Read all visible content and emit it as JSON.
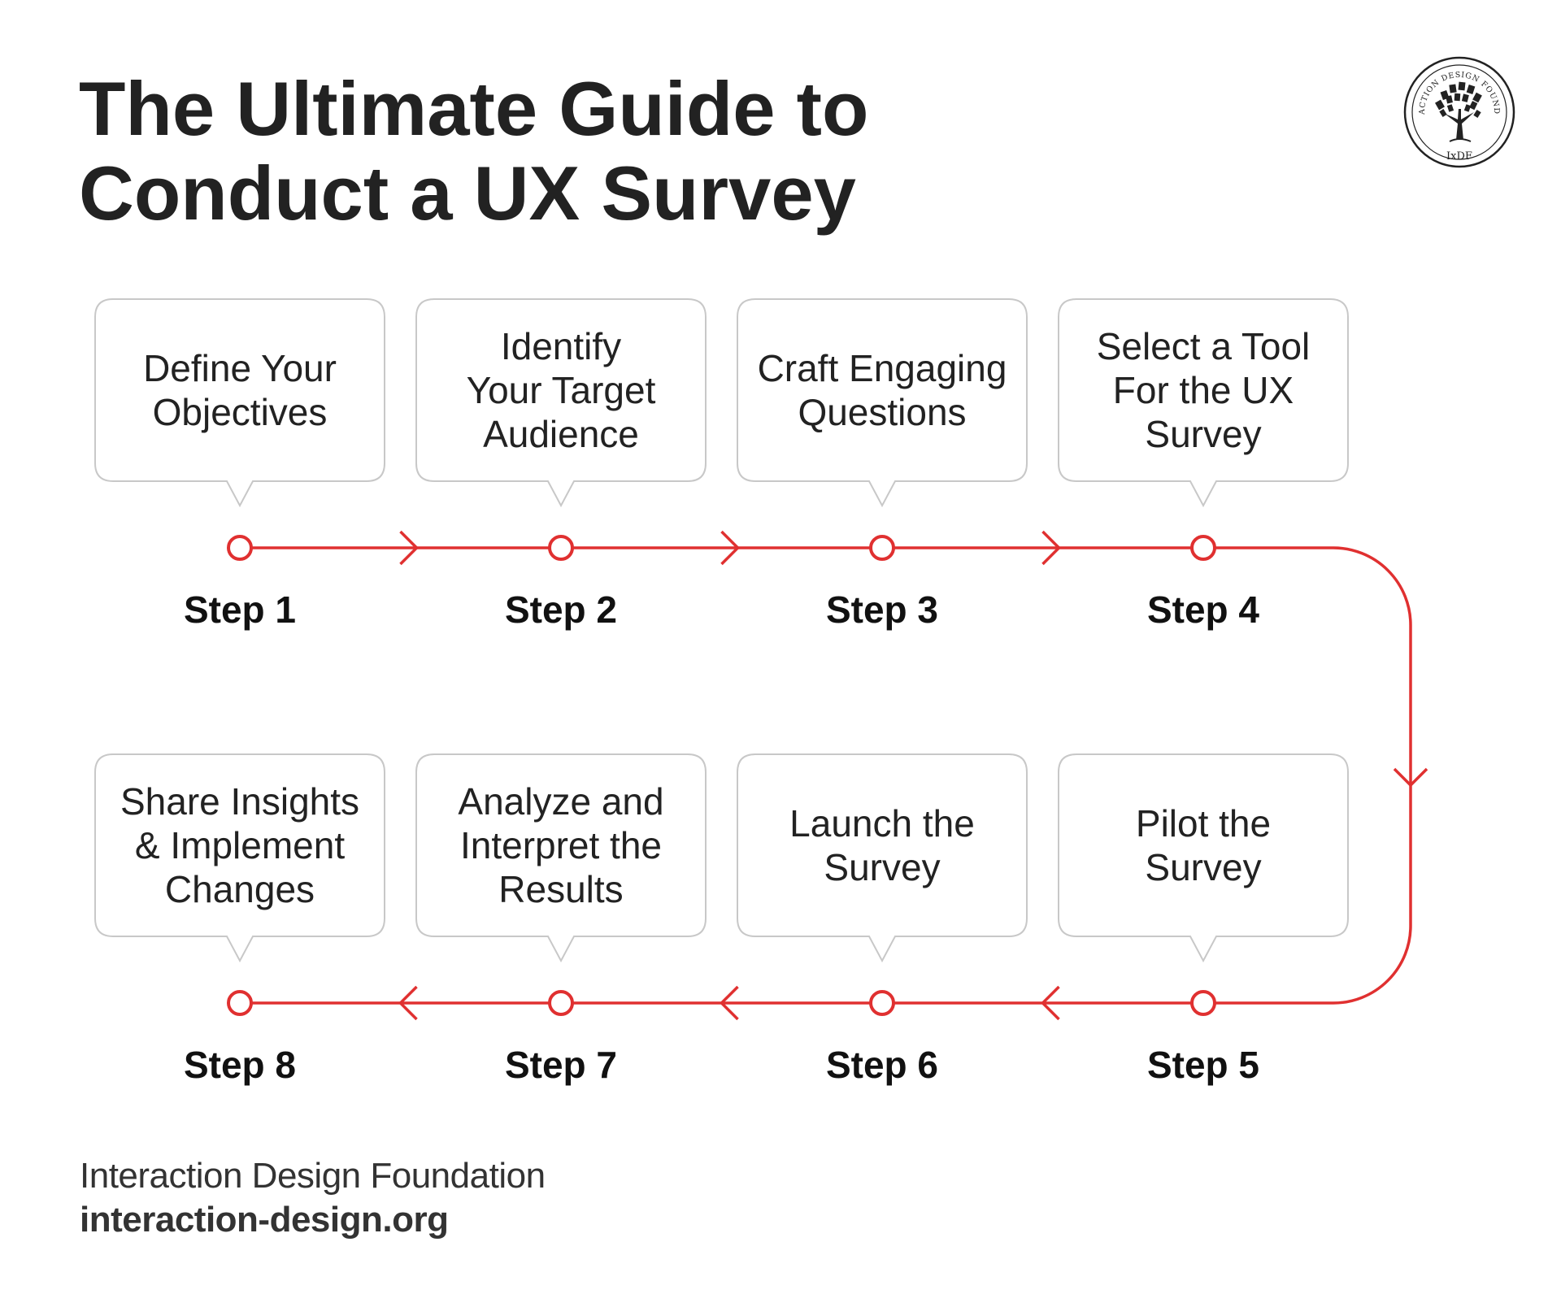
{
  "title": {
    "line1": "The Ultimate Guide to",
    "line2": "Conduct a UX Survey"
  },
  "logo": {
    "ring_text": "INTERACTION DESIGN FOUNDATION",
    "monogram": "IxDF",
    "icon": "tree-of-books-icon"
  },
  "steps": [
    {
      "label": "Step 1",
      "text": "Define Your\nObjectives"
    },
    {
      "label": "Step 2",
      "text": "Identify\nYour Target\nAudience"
    },
    {
      "label": "Step 3",
      "text": "Craft Engaging\nQuestions"
    },
    {
      "label": "Step 4",
      "text": "Select a Tool\nFor the UX\nSurvey"
    },
    {
      "label": "Step 5",
      "text": "Pilot the\nSurvey"
    },
    {
      "label": "Step 6",
      "text": "Launch the\nSurvey"
    },
    {
      "label": "Step 7",
      "text": "Analyze and\nInterpret the\nResults"
    },
    {
      "label": "Step 8",
      "text": "Share Insights\n& Implement\nChanges"
    }
  ],
  "footer": {
    "organization": "Interaction Design Foundation",
    "website": "interaction-design.org"
  },
  "colors": {
    "accent": "#e03030",
    "card_border": "#c8c8c8",
    "text": "#222222"
  }
}
